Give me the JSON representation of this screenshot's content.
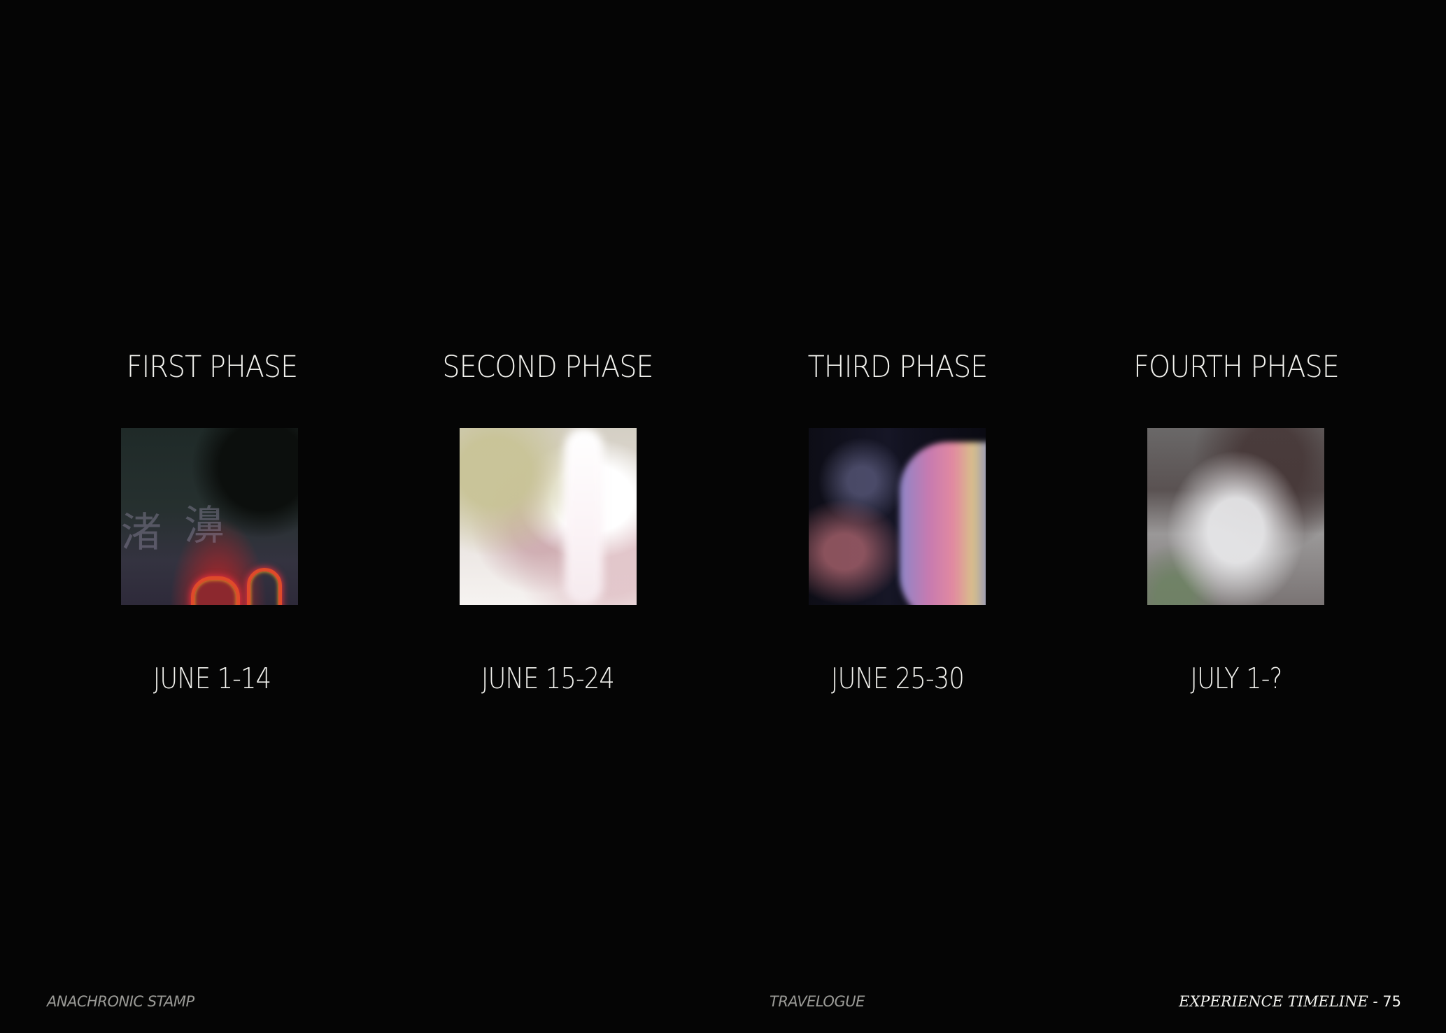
{
  "phases": [
    {
      "title": "FIRST PHASE",
      "date": "JUNE 1-14"
    },
    {
      "title": "SECOND PHASE",
      "date": "JUNE 15-24"
    },
    {
      "title": "THIRD PHASE",
      "date": "JUNE 25-30"
    },
    {
      "title": "FOURTH PHASE",
      "date": "JULY 1-?"
    }
  ],
  "footer": {
    "left": "ANACHRONIC STAMP",
    "center": "TRAVELOGUE",
    "right_section": "EXPERIENCE TIMELINE",
    "separator": " - ",
    "page_number": "75"
  },
  "colors": {
    "background": "#050505",
    "text": "#f2f2ee",
    "muted_text": "#9a9a96"
  }
}
